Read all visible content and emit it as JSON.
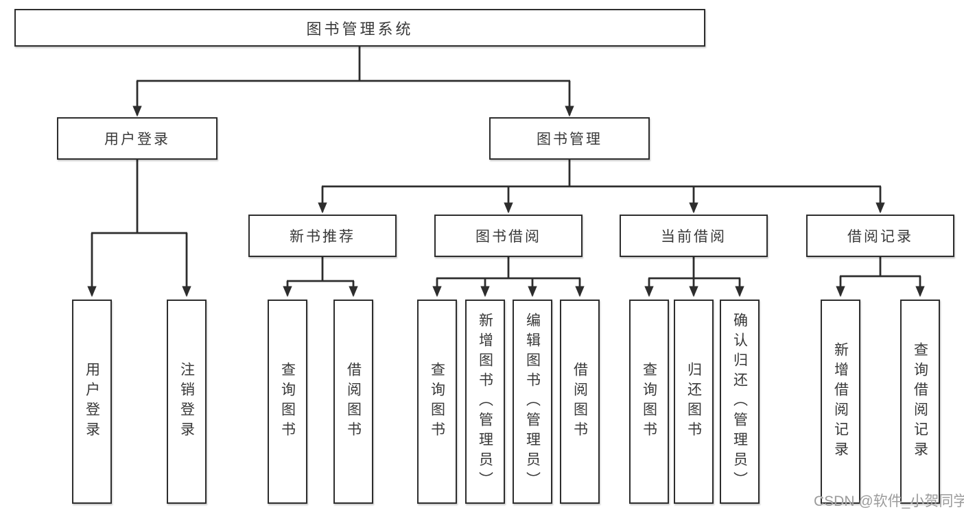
{
  "tree": {
    "root": "图书管理系统",
    "branches": [
      {
        "label": "用户登录",
        "children": [
          "用户登录",
          "注销登录"
        ]
      },
      {
        "label": "图书管理",
        "sections": [
          {
            "label": "新书推荐",
            "children": [
              "查询图书",
              "借阅图书"
            ]
          },
          {
            "label": "图书借阅",
            "children": [
              "查询图书",
              "新增图书（管理员）",
              "编辑图书（管理员）",
              "借阅图书"
            ]
          },
          {
            "label": "当前借阅",
            "children": [
              "查询图书",
              "归还图书",
              "确认归还（管理员）"
            ]
          },
          {
            "label": "借阅记录",
            "children": [
              "新增借阅记录",
              "查询借阅记录"
            ]
          }
        ]
      }
    ]
  },
  "colors": {
    "line": "#2d2d2d",
    "text": "#383838",
    "watermark": "#9b9b9b"
  },
  "watermark": "CSDN @软件_小贺同学"
}
